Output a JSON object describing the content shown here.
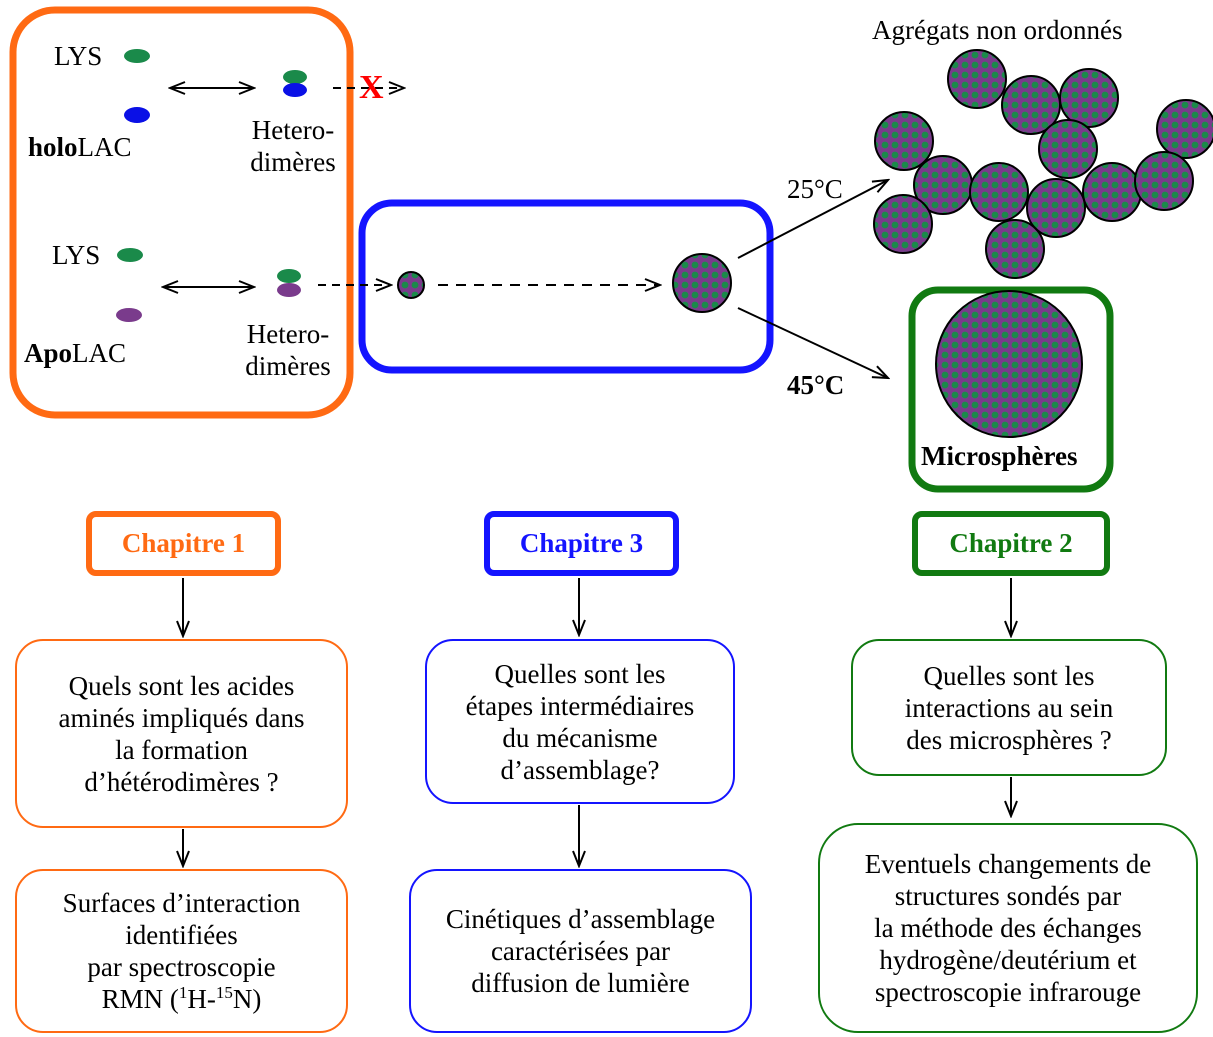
{
  "colors": {
    "orange": "#ff6a13",
    "blue": "#1414ff",
    "green": "#117a11",
    "lys_green": "#1a8a4a",
    "holo_blue": "#0a10e6",
    "apo_purple": "#7a3b8c",
    "red_x": "#ff0000"
  },
  "top": {
    "agregats_title": "Agrégats non ordonnés",
    "lys_1": "LYS",
    "lys_2": "LYS",
    "holo_bold": "holo",
    "holo_rest": "LAC",
    "apo_bold": "Apo",
    "apo_rest": "LAC",
    "hetero_1_line1": "Hetero-",
    "hetero_1_line2": "dimères",
    "hetero_2_line1": "Hetero-",
    "hetero_2_line2": "dimères",
    "blocked_mark": "X",
    "temp_25": "25°C",
    "temp_45": "45°C",
    "microspheres": "Microsphères"
  },
  "chapters": [
    {
      "title": "Chapitre 1",
      "question": [
        "Quels sont les acides",
        "aminés impliqués dans",
        "la formation",
        "d’hétérodimères ?"
      ],
      "method": [
        "Surfaces d’interaction",
        "identifiées",
        "par spectroscopie"
      ],
      "method_last": {
        "pre": "RMN (",
        "sup1": "1",
        "mid": "H-",
        "sup2": "15",
        "post": "N)"
      }
    },
    {
      "title": "Chapitre 3",
      "question": [
        "Quelles sont les",
        "étapes intermédiaires",
        "du mécanisme",
        "d’assemblage?"
      ],
      "method": [
        "Cinétiques d’assemblage",
        "caractérisées par",
        "diffusion de lumière"
      ]
    },
    {
      "title": "Chapitre 2",
      "question": [
        "Quelles sont les",
        "interactions au sein",
        "des microsphères ?"
      ],
      "method": [
        "Eventuels changements de",
        "structures sondés par",
        "la méthode des échanges",
        "hydrogène/deutérium et",
        "spectroscopie infrarouge"
      ]
    }
  ]
}
